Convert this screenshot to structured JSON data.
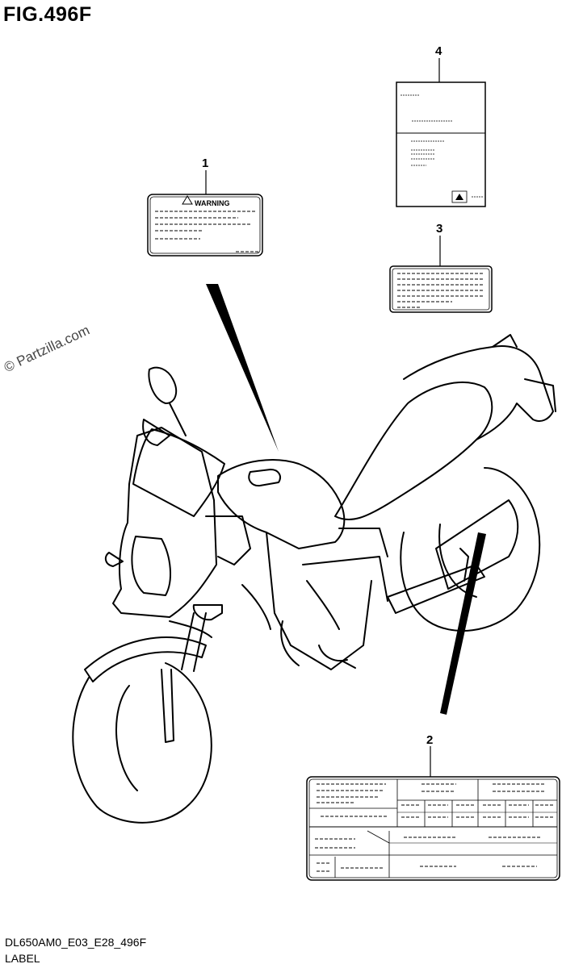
{
  "figure": {
    "title": "FIG.496F",
    "code": "DL650AM0_E03_E28_496F",
    "label": "LABEL",
    "watermark": "© Partzilla.com"
  },
  "callouts": [
    {
      "id": "1",
      "name": "warning-label"
    },
    {
      "id": "2",
      "name": "information-table-label"
    },
    {
      "id": "3",
      "name": "text-label"
    },
    {
      "id": "4",
      "name": "manual-label"
    }
  ],
  "labels": {
    "warning_text": "WARNING"
  }
}
